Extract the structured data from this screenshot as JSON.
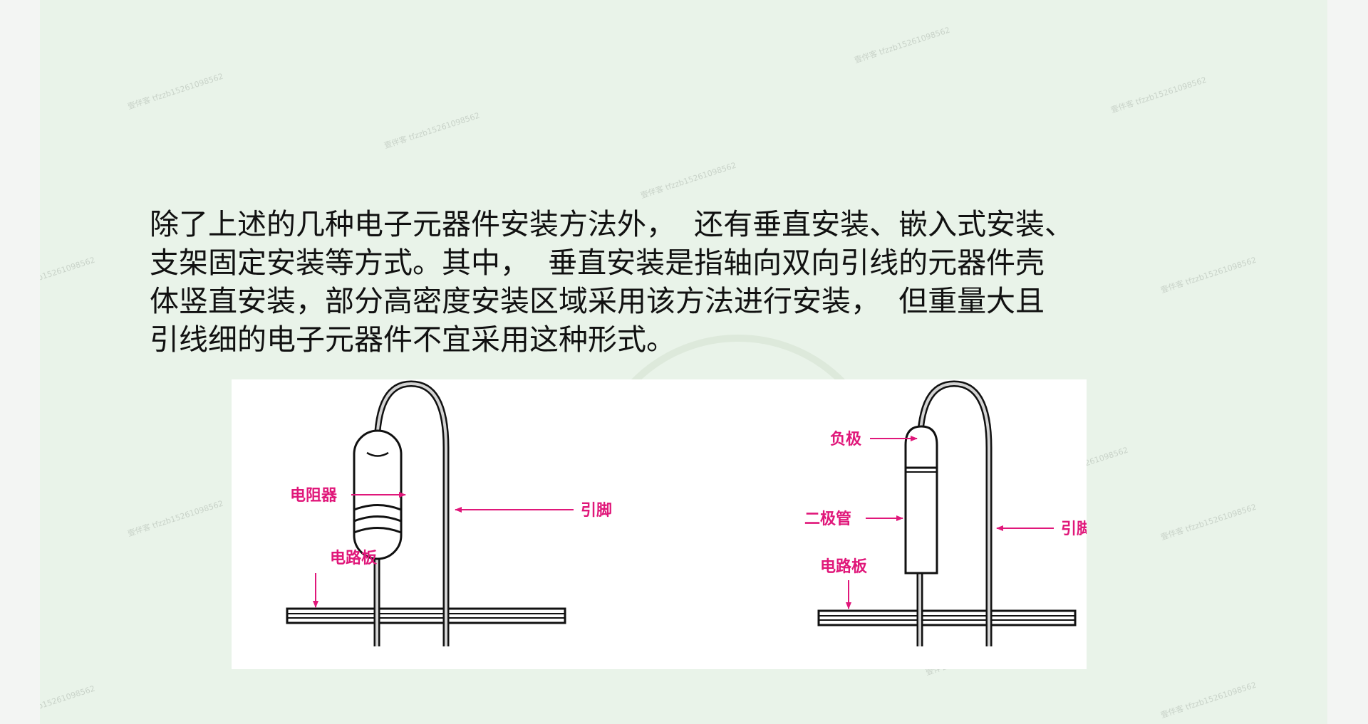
{
  "text": {
    "lines": [
      "除了上述的几种电子元器件安装方法外，  还有垂直安装、嵌入式安装、",
      "支架固定安装等方式。其中，  垂直安装是指轴向双向引线的元器件壳",
      "体竖直安装，部分高密度安装区域采用该方法进行安装，  但重量大且",
      "引线细的电子元器件不宜采用这种形式。"
    ]
  },
  "figure": {
    "left_diagram": {
      "resistor_label": "电阻器",
      "pin_label": "引脚",
      "board_label": "电路板"
    },
    "right_diagram": {
      "cathode_label": "负极",
      "diode_label": "二极管",
      "pin_label": "引脚",
      "board_label": "电路板"
    }
  },
  "watermark": {
    "text": "壹伴客 tfzzb15261098562"
  },
  "colors": {
    "slide_background": "#e9f3e9",
    "label_color": "#e0177a",
    "text_color": "#111111"
  }
}
